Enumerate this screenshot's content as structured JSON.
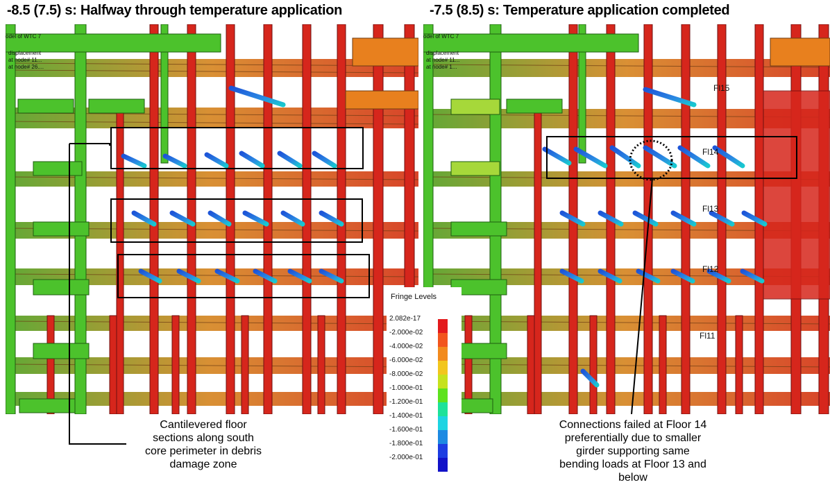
{
  "titles": {
    "left": "-8.5 (7.5) s: Halfway through temperature application",
    "right": "-7.5 (8.5) s: Temperature application completed"
  },
  "left_panel": {
    "overlay_lines": [
      "odel of WTC 7",
      "displacement",
      "at node# 11...",
      "at node# 26...."
    ]
  },
  "right_panel": {
    "overlay_lines": [
      "odel of WTC 7",
      "displacement",
      "at node# 11...",
      "at node# 1..."
    ],
    "floor_labels": [
      "Fl15",
      "Fl14",
      "Fl13",
      "Fl12",
      "Fl11"
    ]
  },
  "legend": {
    "title": "Fringe Levels",
    "levels": [
      "2.082e-17",
      "-2.000e-02",
      "-4.000e-02",
      "-6.000e-02",
      "-8.000e-02",
      "-1.000e-01",
      "-1.200e-01",
      "-1.400e-01",
      "-1.600e-01",
      "-1.800e-01",
      "-2.000e-01"
    ],
    "colors": [
      "#e31a1c",
      "#f2551d",
      "#f28a1d",
      "#f2c61d",
      "#c6e21d",
      "#5de21d",
      "#1de29a",
      "#1dd4e2",
      "#1d8ae2",
      "#1d3de2",
      "#1212c8"
    ]
  },
  "captions": {
    "left": [
      "Cantilevered floor",
      "sections along south",
      "core perimeter in debris",
      "damage zone"
    ],
    "right": [
      "Connections failed at Floor 14",
      "preferentially due to smaller",
      "girder supporting same",
      "bending loads at Floor 13 and",
      "below"
    ]
  }
}
